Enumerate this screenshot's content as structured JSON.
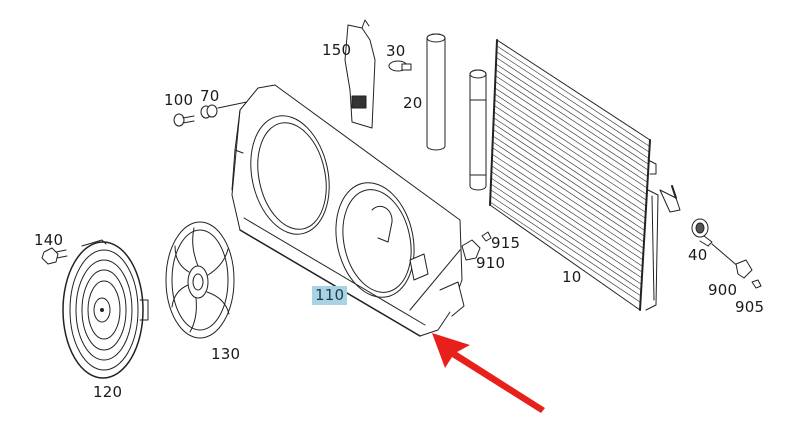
{
  "diagram": {
    "type": "exploded parts diagram",
    "subject": "radiator fan shroud assembly with A/C condenser",
    "highlight_color": "#a9d3e4",
    "arrow_color": "#e8201c",
    "highlighted_part": "110"
  },
  "labels": {
    "p10": "10",
    "p20": "20",
    "p30": "30",
    "p40": "40",
    "p70": "70",
    "p100": "100",
    "p110": "110",
    "p120": "120",
    "p130": "130",
    "p140": "140",
    "p150": "150",
    "p900": "900",
    "p905": "905",
    "p910": "910",
    "p915": "915"
  },
  "parts": [
    {
      "id": "10",
      "name": "A/C condenser"
    },
    {
      "id": "20",
      "name": "receiver/drier cylinder"
    },
    {
      "id": "30",
      "name": "hose clamp"
    },
    {
      "id": "40",
      "name": "pressure sensor"
    },
    {
      "id": "70",
      "name": "grommet"
    },
    {
      "id": "100",
      "name": "screw"
    },
    {
      "id": "110",
      "name": "fan shroud frame"
    },
    {
      "id": "120",
      "name": "fan motor with guard"
    },
    {
      "id": "130",
      "name": "fan blade"
    },
    {
      "id": "140",
      "name": "bolt"
    },
    {
      "id": "150",
      "name": "bracket"
    },
    {
      "id": "900",
      "name": "connector"
    },
    {
      "id": "905",
      "name": "connector pin"
    },
    {
      "id": "910",
      "name": "connector"
    },
    {
      "id": "915",
      "name": "connector pin"
    }
  ]
}
